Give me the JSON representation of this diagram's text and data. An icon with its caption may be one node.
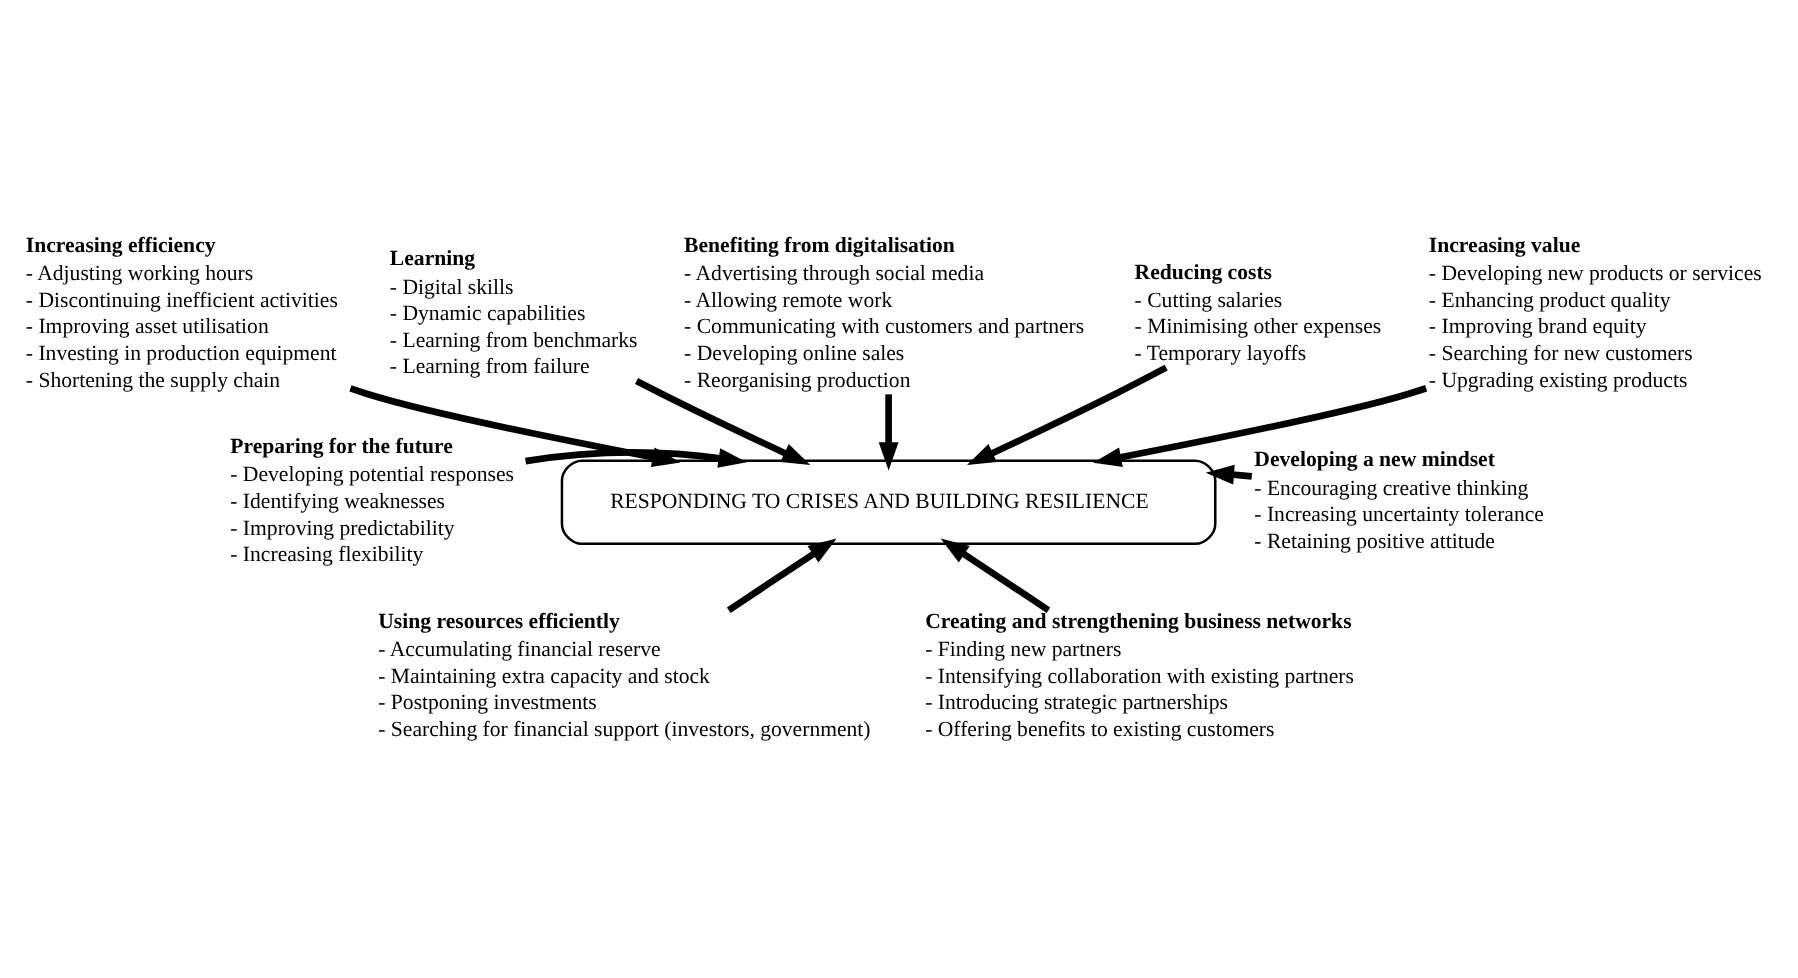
{
  "diagram": {
    "nodes": [
      {
        "text": [
          "Increasing efficiency",
          "- Adjusting working hours",
          "- Discontinuing inefficient activities",
          "- Improving asset utilisation",
          "- Investing in production equipment",
          "- Shortening the supply chain"
        ]
      },
      {
        "text": [
          "Learning",
          "- Digital skills",
          "- Dynamic capabilities",
          "- Learning from benchmarks",
          "- Learning from failure"
        ]
      },
      {
        "text": [
          "Benefiting from digitalisation",
          "- Advertising through social media",
          "- Allowing remote work",
          "- Communicating with customers and partners",
          "- Developing online sales",
          "- Reorganising production"
        ]
      },
      {
        "text": [
          "Reducing costs",
          "- Cutting salaries",
          "- Minimising other expenses",
          "- Temporary layoffs"
        ]
      },
      {
        "text": [
          "Increasing value",
          "- Developing new products or services",
          "- Enhancing product quality",
          "- Improving brand equity",
          "- Searching for new customers",
          "- Upgrading existing products"
        ]
      },
      {
        "text": [
          "RESPONDING TO CRISES AND BUILDING RESILIENCE"
        ]
      },
      {
        "text": [
          "Preparing for the future",
          "- Developing potential responses",
          "- Identifying weaknesses",
          "- Improving predictability",
          "- Increasing flexibility"
        ]
      },
      {
        "text": [
          "Developing a new mindset",
          "- Encouraging creative thinking",
          "- Increasing uncertainty tolerance",
          "- Retaining positive attitude"
        ]
      },
      {
        "text": [
          "Using resources efficiently",
          "- Accumulating financial reserve",
          "- Maintaining extra capacity and stock",
          "- Postponing investments",
          "- Searching for financial support (investors, government)"
        ]
      },
      {
        "text": [
          "Creating and strengthening business networks",
          "- Finding new partners",
          "- Intensifying collaboration with existing partners",
          "- Introducing strategic partnerships",
          "- Offering benefits to existing customers"
        ]
      }
    ],
    "edges": [
      {
        "from": 0,
        "to": 5,
        "arrow": "to"
      },
      {
        "from": 1,
        "to": 5,
        "arrow": "to"
      },
      {
        "from": 2,
        "to": 5,
        "arrow": "to"
      },
      {
        "from": 3,
        "to": 5,
        "arrow": "to"
      },
      {
        "from": 4,
        "to": 5,
        "arrow": "to"
      },
      {
        "from": 6,
        "to": 5,
        "arrow": "to"
      },
      {
        "from": 7,
        "to": 5,
        "arrow": "to"
      },
      {
        "from": 8,
        "to": 5,
        "arrow": "to"
      },
      {
        "from": 9,
        "to": 5,
        "arrow": "to"
      }
    ]
  }
}
